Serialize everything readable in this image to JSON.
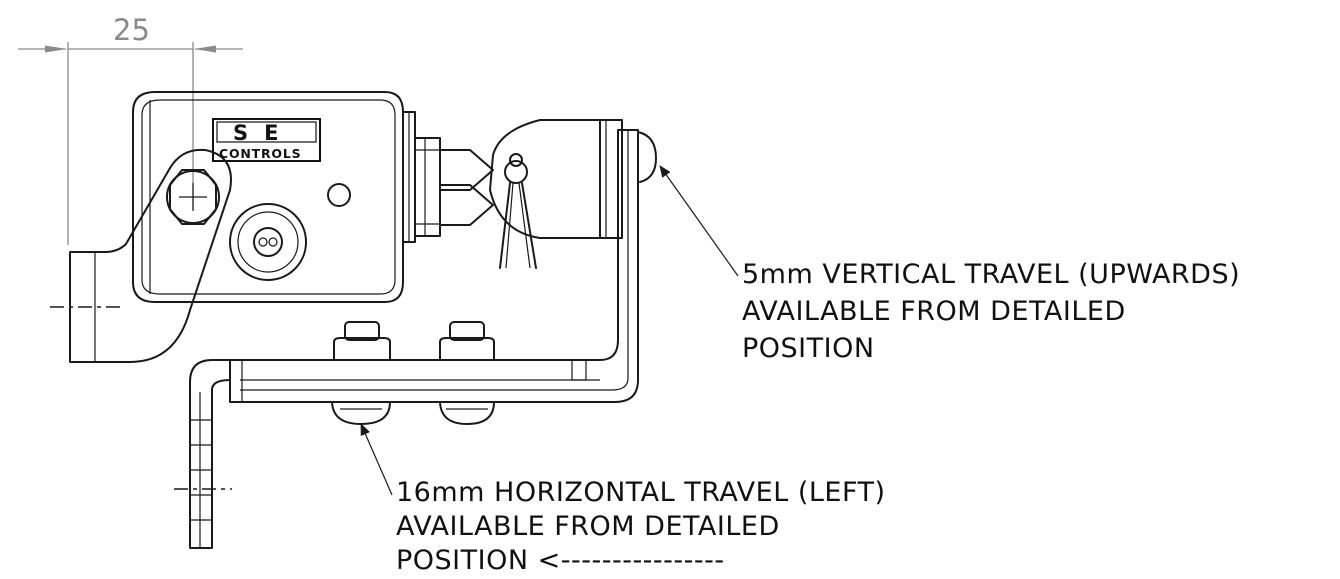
{
  "dimension": {
    "value": "25"
  },
  "logo": {
    "top": "SE",
    "bottom": "CONTROLS"
  },
  "annotations": {
    "vertical": {
      "line1": "5mm VERTICAL TRAVEL (UPWARDS)",
      "line2": "AVAILABLE FROM DETAILED",
      "line3": "POSITION"
    },
    "horizontal": {
      "line1": "16mm HORIZONTAL TRAVEL (LEFT)",
      "line2": "AVAILABLE FROM DETAILED",
      "line3": "POSITION  <----------------"
    }
  }
}
